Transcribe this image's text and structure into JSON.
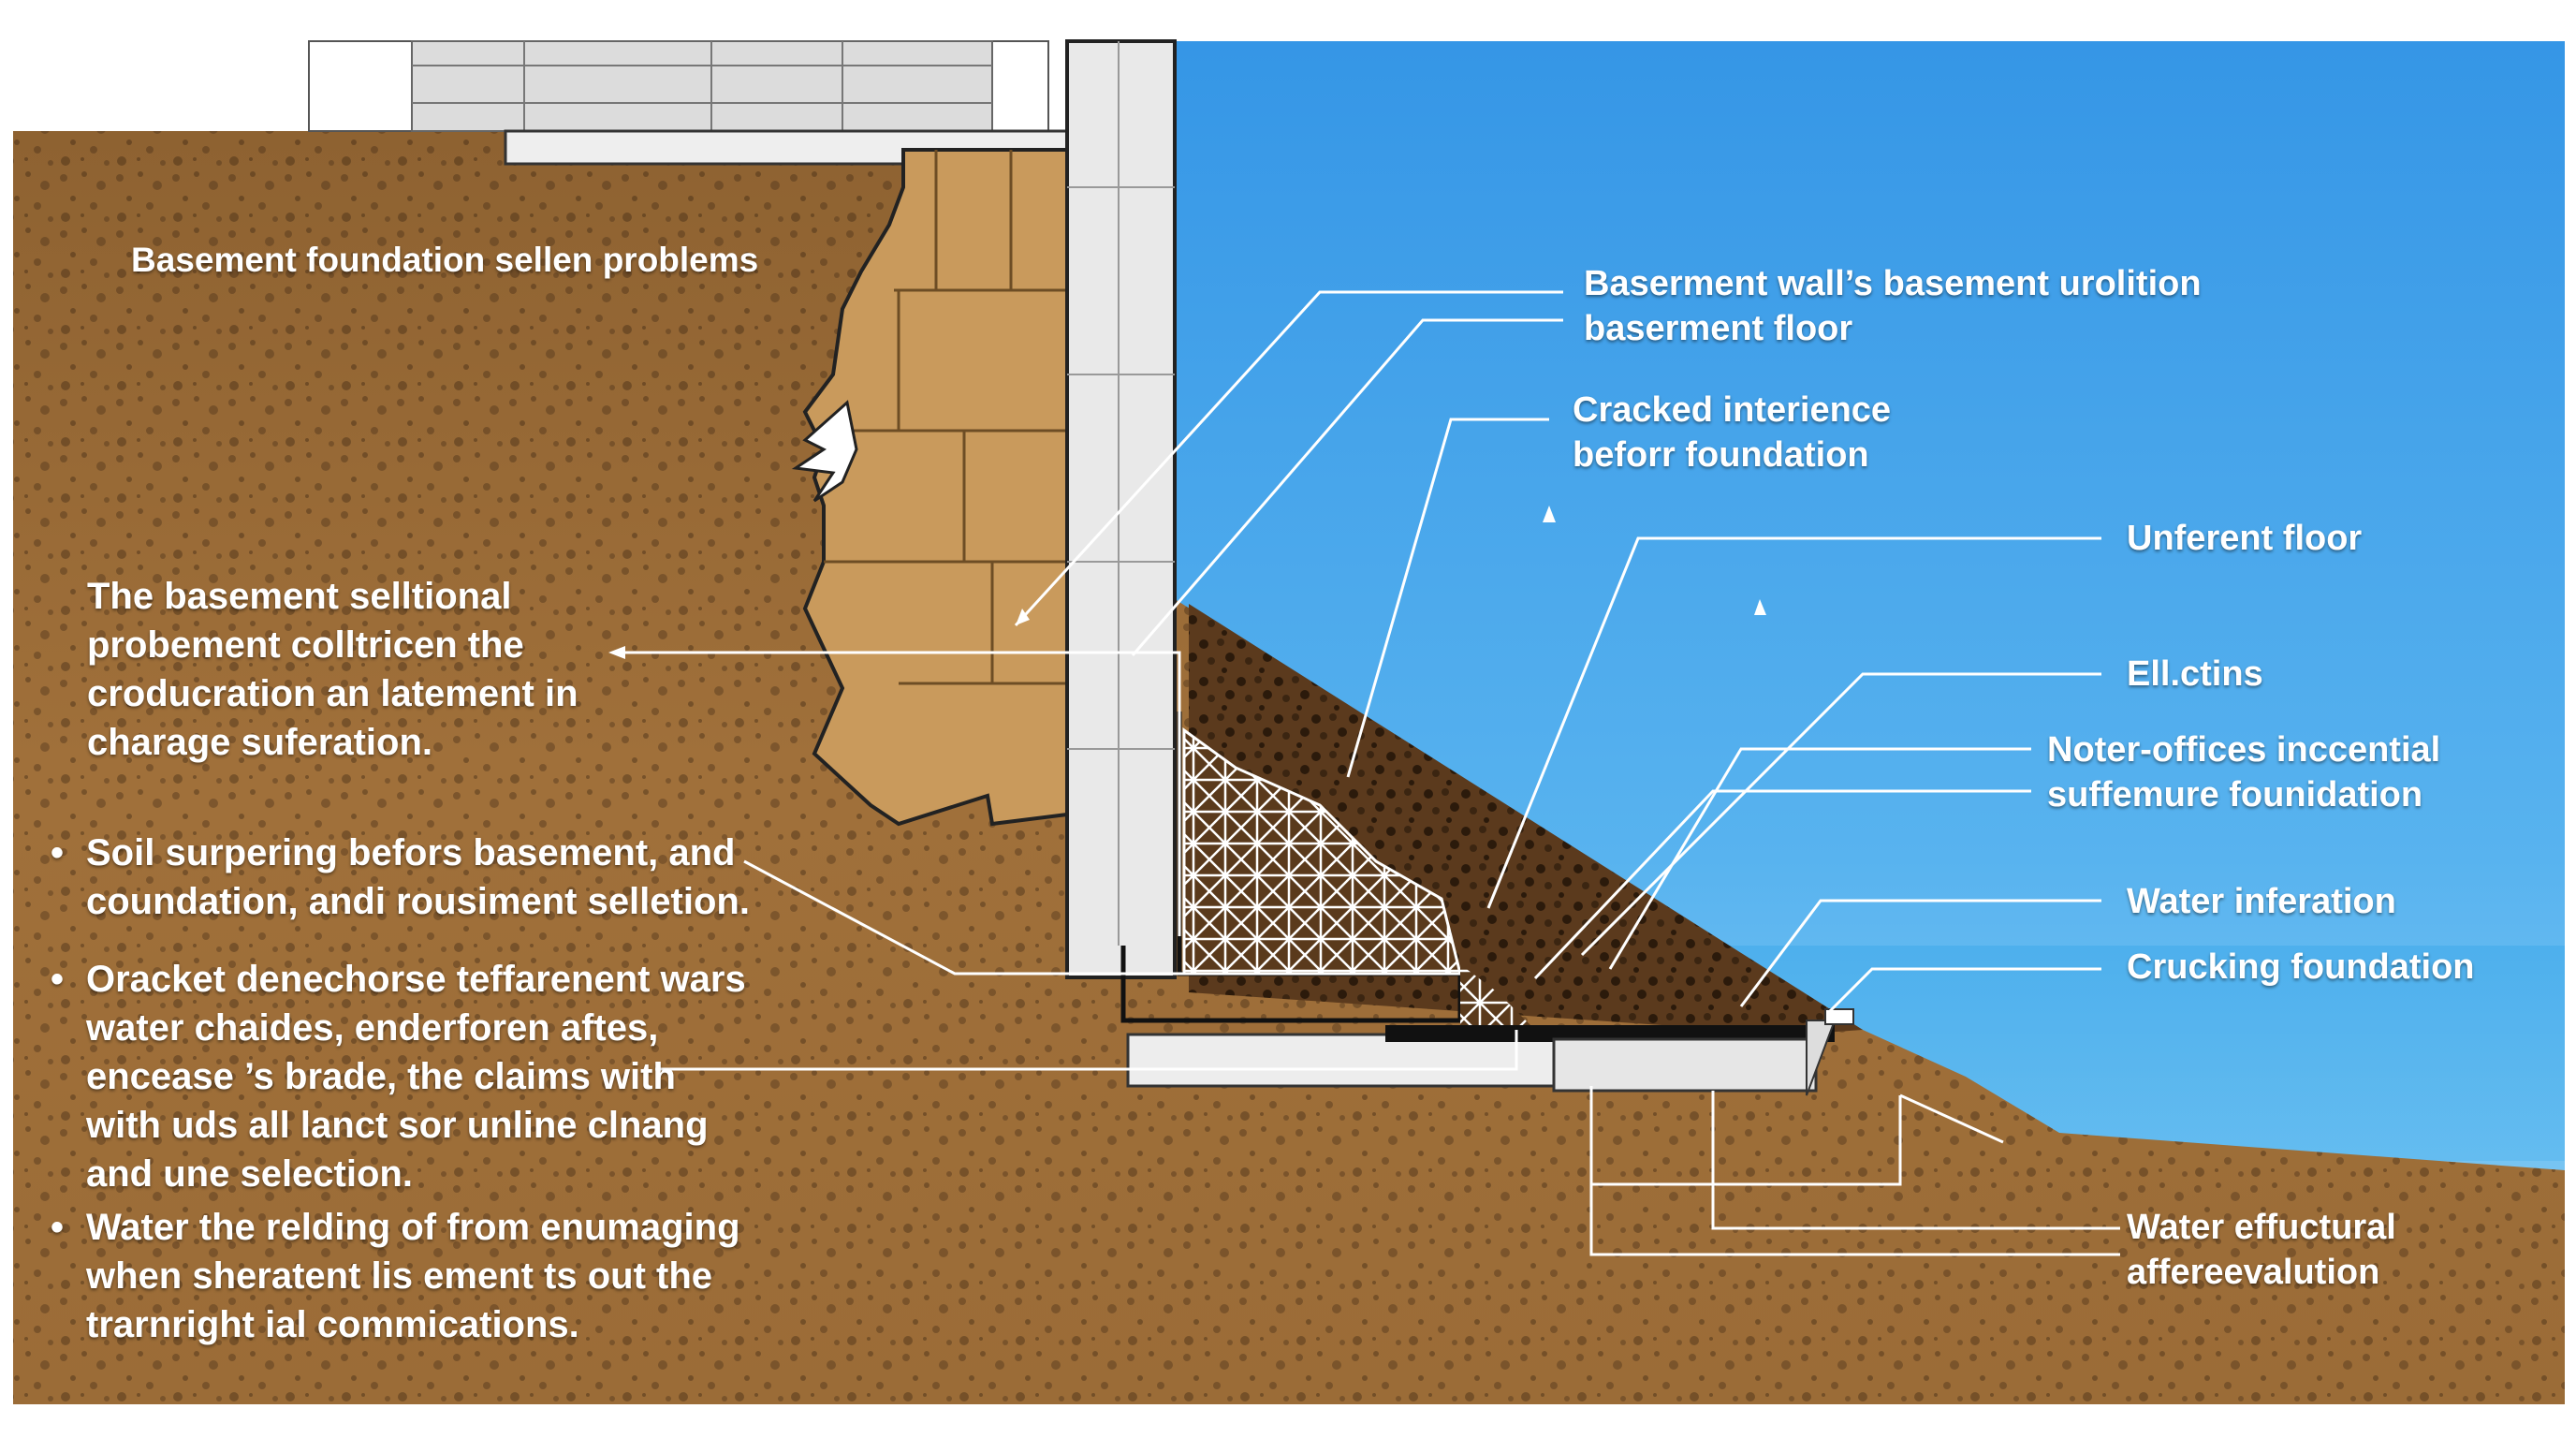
{
  "colors": {
    "soil": "#9a6a35",
    "soil_dark": "#5a3a1e",
    "sky_top": "#3a9be8",
    "sky_bottom": "#6ec4f2",
    "water": "#4ab0ea",
    "concrete": "#e7e7e7",
    "wall_block": "#c99a5c",
    "text": "#ffffff"
  },
  "left_title": "Basement foundation sellen problems",
  "left_paragraph": [
    "The basement selltional",
    "probement colltricen the",
    "croducration an latement in",
    "charage suferation."
  ],
  "bullets": [
    {
      "marker": "•",
      "lines": [
        "Soil surpering befors basement, and",
        "coundation, andi rousiment selletion."
      ]
    },
    {
      "marker": "•",
      "lines": [
        "Oracket denechorse teffarenent wars",
        "water chaides, enderforen aftes,",
        "encease ’s brade, the claims with",
        "with uds all lanct sor unline clnang",
        "and une selection."
      ]
    },
    {
      "marker": "•",
      "lines": [
        "Water the relding of from enumaging",
        "when sheratent lis ement ts out  the",
        "trarnright ial commications."
      ]
    }
  ],
  "right_labels": [
    {
      "id": "wall",
      "lines": [
        "Baserment wall’s basement urolition",
        "baserment floor"
      ]
    },
    {
      "id": "cracked",
      "lines": [
        "Cracked interience",
        "beforr foundation"
      ]
    },
    {
      "id": "unferent",
      "lines": [
        "Unferent floor"
      ]
    },
    {
      "id": "ellctins",
      "lines": [
        "Ell.ctins"
      ]
    },
    {
      "id": "noter",
      "lines": [
        "Noter-offices inccential",
        "suffemure founidation"
      ]
    },
    {
      "id": "water-inf",
      "lines": [
        "Water inferation"
      ]
    },
    {
      "id": "crucking",
      "lines": [
        "Crucking foundation"
      ]
    },
    {
      "id": "water-eff",
      "lines": [
        "Water effuctural",
        "affereevalution"
      ]
    }
  ]
}
